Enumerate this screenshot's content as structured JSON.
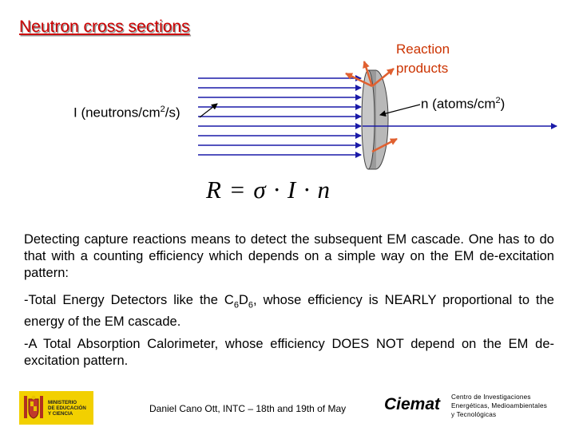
{
  "slide": {
    "title": "Neutron cross sections"
  },
  "diagram": {
    "reaction_label_line1": "Reaction",
    "reaction_label_line2": "products",
    "density_label": "n (atoms/cm",
    "density_sup": "2",
    "density_tail": ")",
    "flux_label": "I (neutrons/cm",
    "flux_sup": "2",
    "flux_tail": "/s)"
  },
  "formula": {
    "text": "R = σ · I · n"
  },
  "body": {
    "p1": "Detecting capture reactions means to detect the subsequent EM cascade. One has to do that with a counting efficiency which depends on a simple way on the EM de-excitation pattern:",
    "p2_a": "-Total Energy Detectors like the C",
    "p2_sub1": "6",
    "p2_b": "D",
    "p2_sub2": "6",
    "p2_c": ", whose efficiency is NEARLY proportional to the energy of the EM cascade.",
    "p3": "-A Total Absorption Calorimeter, whose efficiency DOES NOT depend on the EM de-excitation pattern."
  },
  "footer": {
    "author": "Daniel Cano Ott, INTC – 18th and 19th of May",
    "ministerio_line1": "MINISTERIO",
    "ministerio_line2": "DE EDUCACIÓN",
    "ministerio_line3": "Y CIENCIA",
    "ciemat_logo": "Ciemat",
    "ciemat_line1": "Centro de Investigaciones",
    "ciemat_line2": "Energéticas, Medioambientales",
    "ciemat_line3": "y Tecnológicas"
  },
  "colors": {
    "title": "#cc0000",
    "beam": "#1a1aa8",
    "reaction_text": "#cc3300",
    "reaction_arrow": "#e06030",
    "target_fill": "#9a9a9a"
  }
}
